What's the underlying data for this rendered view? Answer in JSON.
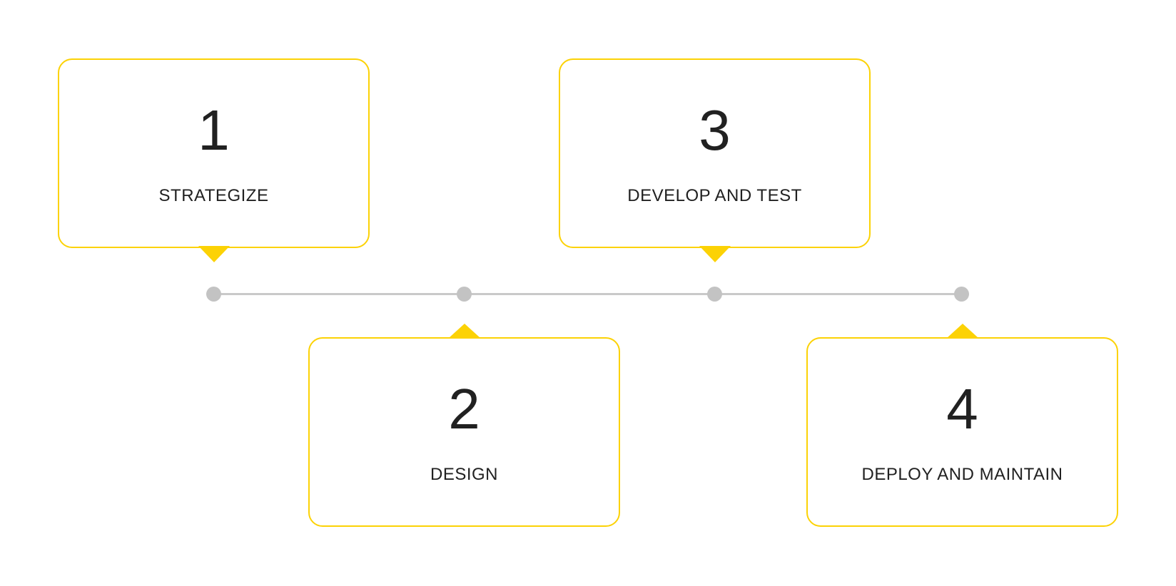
{
  "diagram": {
    "type": "process-timeline",
    "orientation": "horizontal-alternating",
    "steps": [
      {
        "number": "1",
        "label": "STRATEGIZE",
        "position": "above-line"
      },
      {
        "number": "2",
        "label": "DESIGN",
        "position": "below-line"
      },
      {
        "number": "3",
        "label": "DEVELOP AND TEST",
        "position": "above-line"
      },
      {
        "number": "4",
        "label": "DEPLOY AND MAINTAIN",
        "position": "below-line"
      }
    ],
    "timeline": {
      "dot_count": 4
    },
    "colors": {
      "accent_yellow": "#fcd205",
      "line_gray": "#c9c9c9",
      "dot_gray": "#c3c3c3",
      "text": "#212121",
      "background": "#ffffff"
    }
  }
}
